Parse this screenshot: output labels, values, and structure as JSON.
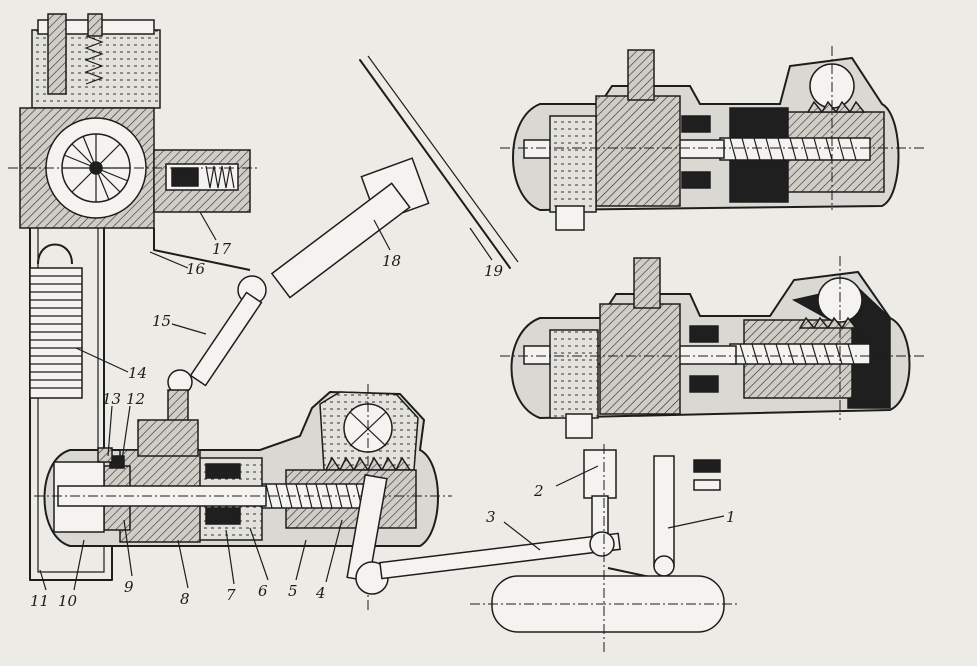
{
  "callouts": [
    {
      "id": "1",
      "text": "1"
    },
    {
      "id": "2",
      "text": "2"
    },
    {
      "id": "3",
      "text": "3"
    },
    {
      "id": "4",
      "text": "4"
    },
    {
      "id": "5",
      "text": "5"
    },
    {
      "id": "6",
      "text": "6"
    },
    {
      "id": "7",
      "text": "7"
    },
    {
      "id": "8",
      "text": "8"
    },
    {
      "id": "9",
      "text": "9"
    },
    {
      "id": "10",
      "text": "10"
    },
    {
      "id": "11",
      "text": "11"
    },
    {
      "id": "12",
      "text": "12"
    },
    {
      "id": "13",
      "text": "13"
    },
    {
      "id": "14",
      "text": "14"
    },
    {
      "id": "15",
      "text": "15"
    },
    {
      "id": "16",
      "text": "16"
    },
    {
      "id": "17",
      "text": "17"
    },
    {
      "id": "18",
      "text": "18"
    },
    {
      "id": "19",
      "text": "19"
    }
  ],
  "colors": {
    "paper": "#ecebe6",
    "ink": "#1d1d1d",
    "casting": "#d9d8d2",
    "dark_fluid": "#1f1f1f"
  }
}
